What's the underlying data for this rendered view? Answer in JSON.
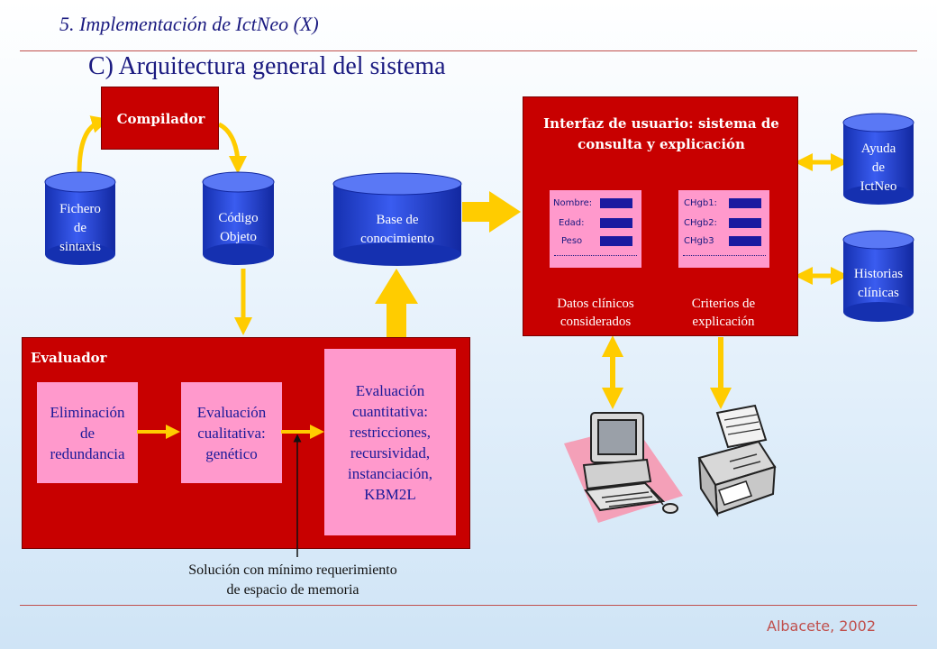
{
  "header": {
    "title": "5. Implementación de IctNeo (X)"
  },
  "slide": {
    "title": "C) Arquitectura general del sistema"
  },
  "compilador": {
    "label": "Compilador"
  },
  "cylinders": {
    "fichero": "Fichero\nde\nsintaxis",
    "codigo": "Código\nObjeto",
    "base": "Base de\nconocimiento",
    "ayuda": "Ayuda\nde\nIctNeo",
    "historias": "Historias\nclínicas"
  },
  "interfaz": {
    "title": "Interfaz de usuario: sistema de\nconsulta y explicación",
    "panel_left": {
      "fields": [
        "Nombre:",
        "Edad:",
        "Peso"
      ],
      "caption": "Datos clínicos\nconsiderados"
    },
    "panel_right": {
      "fields": [
        "CHgb1:",
        "CHgb2:",
        "CHgb3"
      ],
      "caption": "Criterios de\nexplicación"
    }
  },
  "evaluador": {
    "label": "Evaluador",
    "box1": "Eliminación\nde\nredundancia",
    "box2": "Evaluación\ncualitativa:\ngenético",
    "box3": "Evaluación\ncuantitativa:\nrestricciones,\nrecursividad,\ninstanciación,\nKBM2L"
  },
  "note": "Solución con mínimo requerimiento\nde espacio de memoria",
  "footer": "Albacete, 2002",
  "colors": {
    "red": "#c80000",
    "blue": "#1f3fcf",
    "yellow": "#ffcc00",
    "pink": "#ff99cc",
    "title": "#1a1a80"
  },
  "icons": [
    "computer-icon",
    "printer-icon"
  ]
}
